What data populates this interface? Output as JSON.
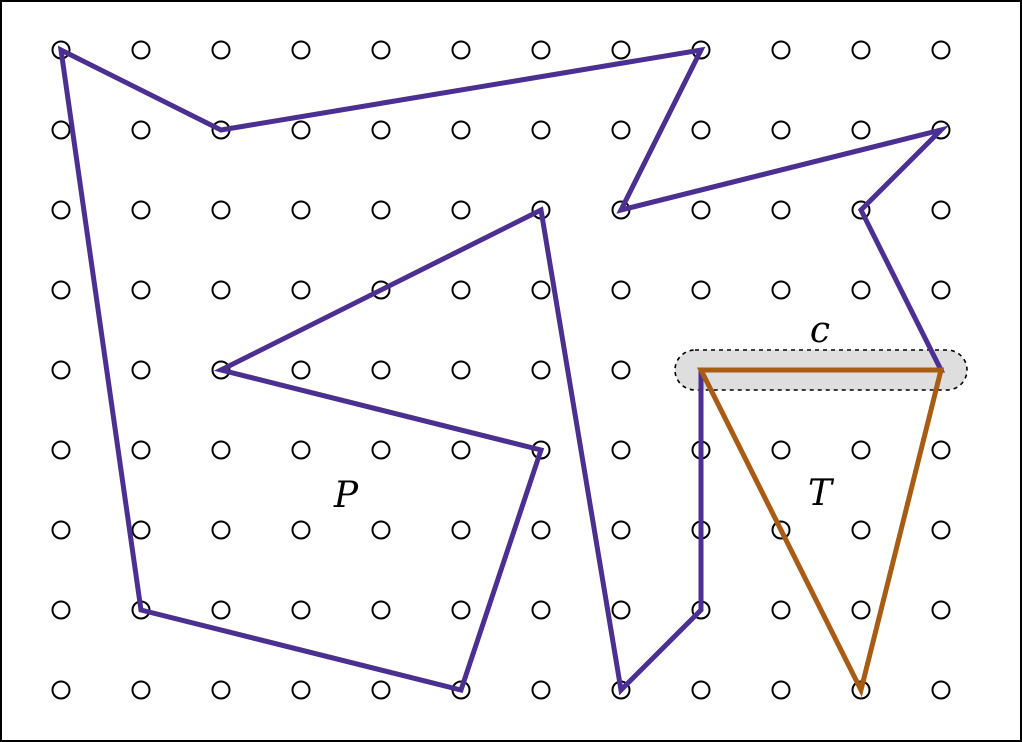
{
  "grid": {
    "columns": 12,
    "rows": 9
  },
  "colors": {
    "grid_point": "#000000",
    "polygon_P": "#4b2f91",
    "triangle_T": "#a85b12",
    "highlight_fill": "#dedede",
    "highlight_stroke": "#000000"
  },
  "polygon_P": {
    "label": "P",
    "vertices": [
      [
        0,
        0
      ],
      [
        2,
        1
      ],
      [
        8,
        0
      ],
      [
        7,
        2
      ],
      [
        11,
        1
      ],
      [
        10,
        2
      ],
      [
        11,
        4
      ],
      [
        8,
        4
      ],
      [
        8,
        7
      ],
      [
        7,
        8
      ],
      [
        6,
        2
      ],
      [
        2,
        4
      ],
      [
        6,
        5
      ],
      [
        5,
        8
      ],
      [
        1,
        7
      ]
    ]
  },
  "triangle_T": {
    "label": "T",
    "vertices": [
      [
        8,
        4
      ],
      [
        11,
        4
      ],
      [
        10,
        8
      ]
    ]
  },
  "edge_c": {
    "label": "c",
    "from": [
      8,
      4
    ],
    "to": [
      11,
      4
    ]
  }
}
